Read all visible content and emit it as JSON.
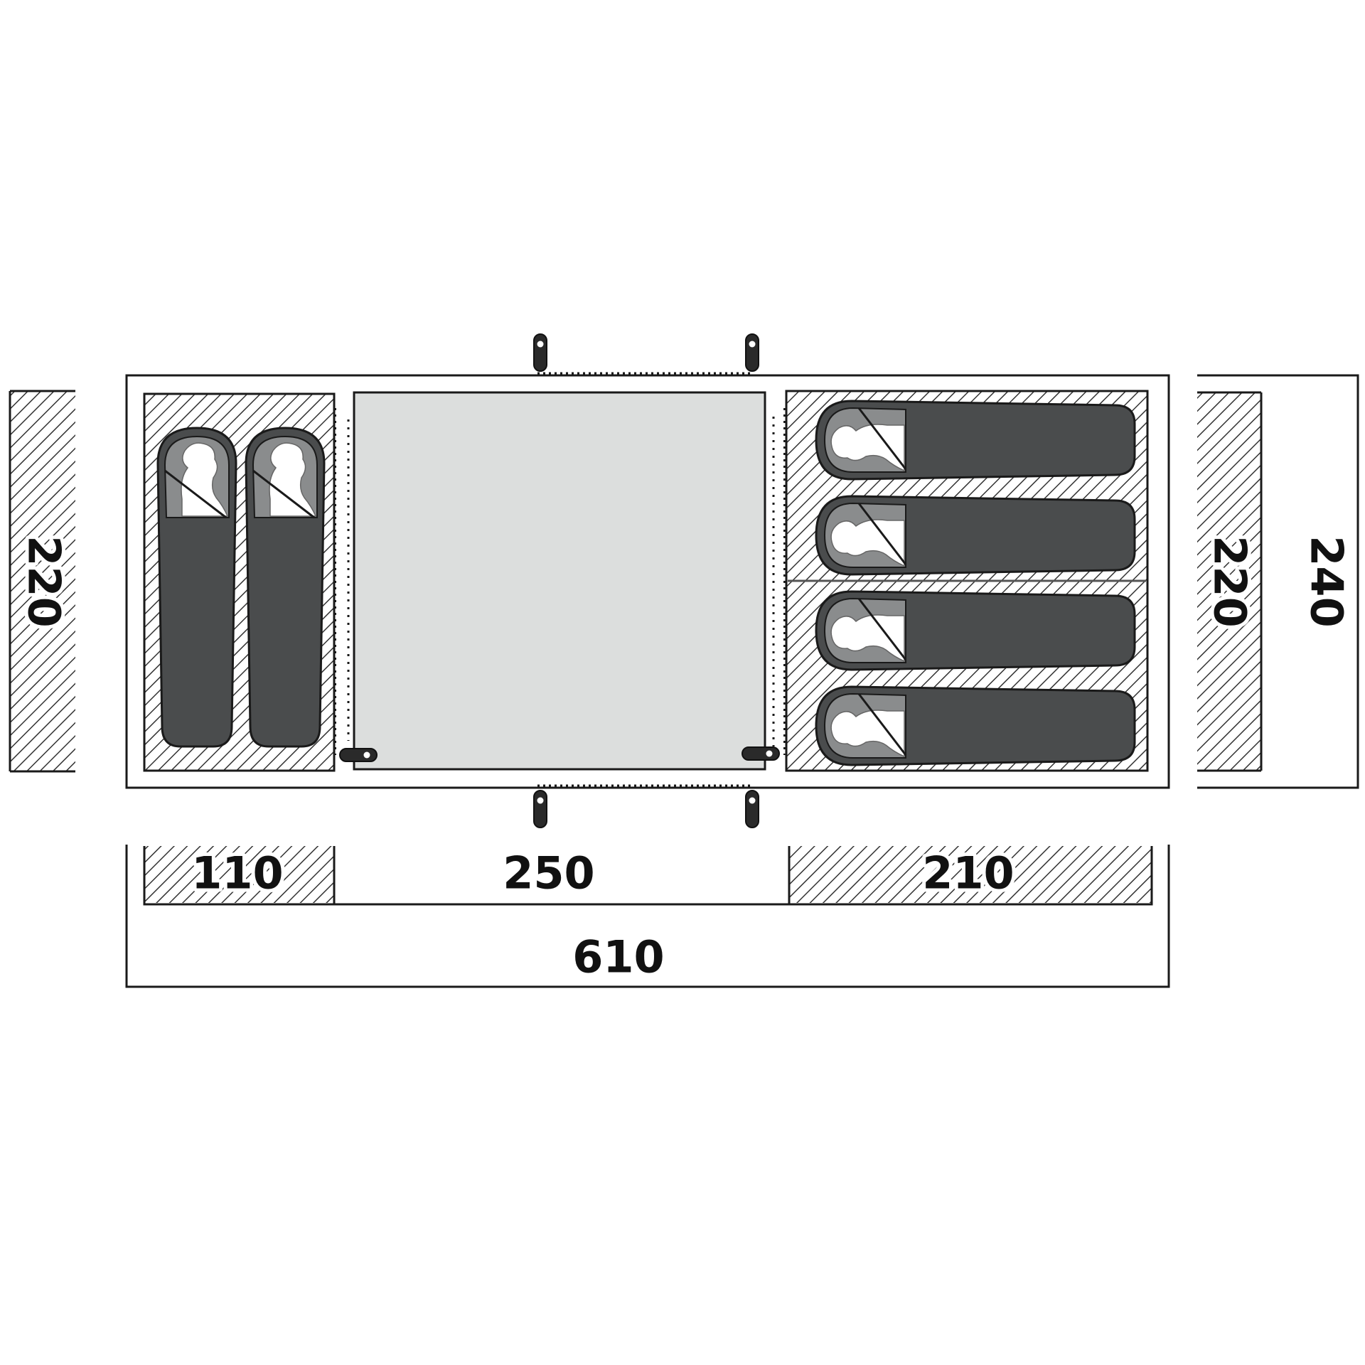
{
  "floor_plan": {
    "dimensions": {
      "left_cabin_depth": "220",
      "right_cabin_depth": "220",
      "total_depth": "240",
      "left_cabin_width": "110",
      "living_area_width": "250",
      "right_cabin_width": "210",
      "total_width": "610"
    },
    "left_cabin": {
      "sleeping_bags": 2,
      "orientation": "vertical"
    },
    "right_cabin": {
      "sleeping_bags": 4,
      "orientation": "horizontal"
    },
    "colors": {
      "outline": "#1a1a1a",
      "living_area": "#dcdedd",
      "sleeping_bag": "#4a4c4d",
      "hood": "#8a8c8d",
      "hatch_line": "#333333",
      "background": "#ffffff"
    }
  }
}
